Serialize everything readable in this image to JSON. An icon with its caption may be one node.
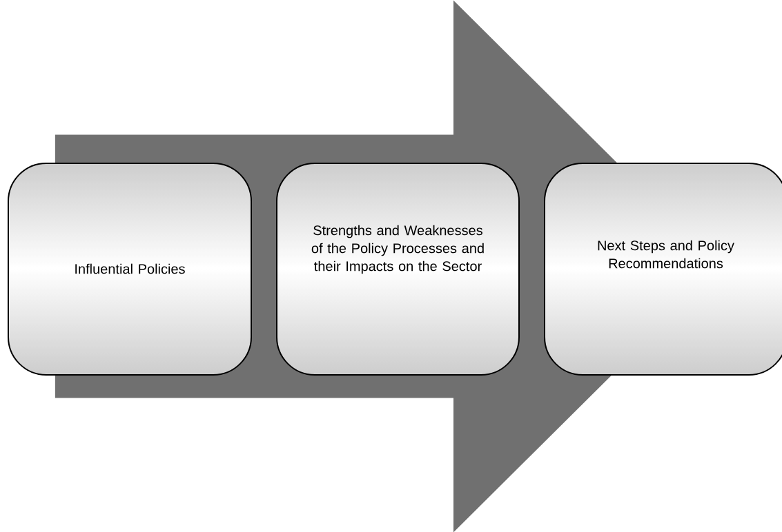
{
  "diagram": {
    "nodes": [
      {
        "text": [
          "Influential Policies"
        ]
      },
      {
        "text": [
          "Strengths and Weaknesses of the Policy Processes and their Impacts on the Sector"
        ]
      },
      {
        "text": [
          "Next Steps and Policy Recommendations"
        ]
      }
    ],
    "edges": [
      {
        "from": 0,
        "to": 2,
        "arrow": "to"
      }
    ]
  }
}
